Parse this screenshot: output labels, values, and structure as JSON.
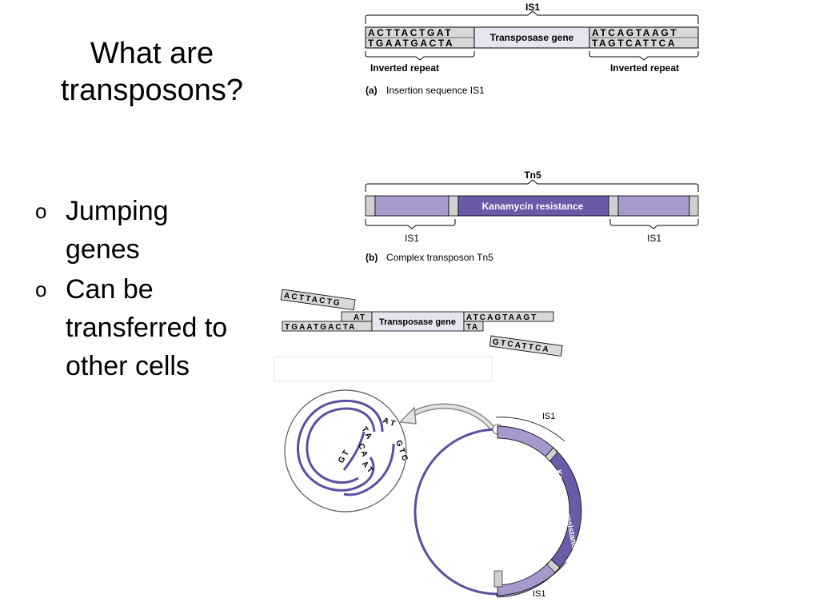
{
  "slide": {
    "title_lines": [
      "What are",
      "transposons?"
    ],
    "bullets": [
      {
        "marker": "o",
        "lines": [
          "Jumping",
          "genes"
        ]
      },
      {
        "marker": "o",
        "lines": [
          "Can be",
          "transferred to",
          "other cells"
        ]
      }
    ]
  },
  "panel_a": {
    "brace_label": "IS1",
    "left_seq_top": "ACTTACTGAT",
    "left_seq_bottom": "TGAATGACTA",
    "center_label": "Transposase gene",
    "right_seq_top": "ATCAGTAAGT",
    "right_seq_bottom": "TAGTCATTCA",
    "left_repeat_label": "Inverted repeat",
    "right_repeat_label": "Inverted repeat",
    "caption_letter": "(a)",
    "caption_text": "Insertion sequence IS1"
  },
  "panel_b": {
    "brace_label": "Tn5",
    "center_label": "Kanamycin resistance",
    "left_is_label": "IS1",
    "right_is_label": "IS1",
    "caption_letter": "(b)",
    "caption_text": "Complex transposon Tn5"
  },
  "panel_c": {
    "loose_top": "ACTTACTG",
    "mid_left_top": "AT",
    "mid_left_bottom": "TGAATGACTA",
    "mid_label": "Transposase gene",
    "mid_right_top": "ATCAGTAAGT",
    "mid_right_bottom": "TA",
    "loose_bottom": "GTCATTCA",
    "plasmid_is_top": "IS1",
    "plasmid_is_bottom": "IS1",
    "plasmid_gene_label": "Kanamycin resistance",
    "hairpin_letters_1": "A T",
    "hairpin_letters_2": "T A",
    "hairpin_letters_3": "C A",
    "hairpin_letters_4": "G T",
    "hairpin_letters_5": "G T C",
    "hairpin_letters_6": "A T"
  },
  "colors": {
    "gene_fill": "#a899cc",
    "gene_fill_dark": "#6a5aa8",
    "gene_text": "#ffffff",
    "seq_fill": "#d8d8d8",
    "ring_stroke": "#5a4fa0"
  }
}
